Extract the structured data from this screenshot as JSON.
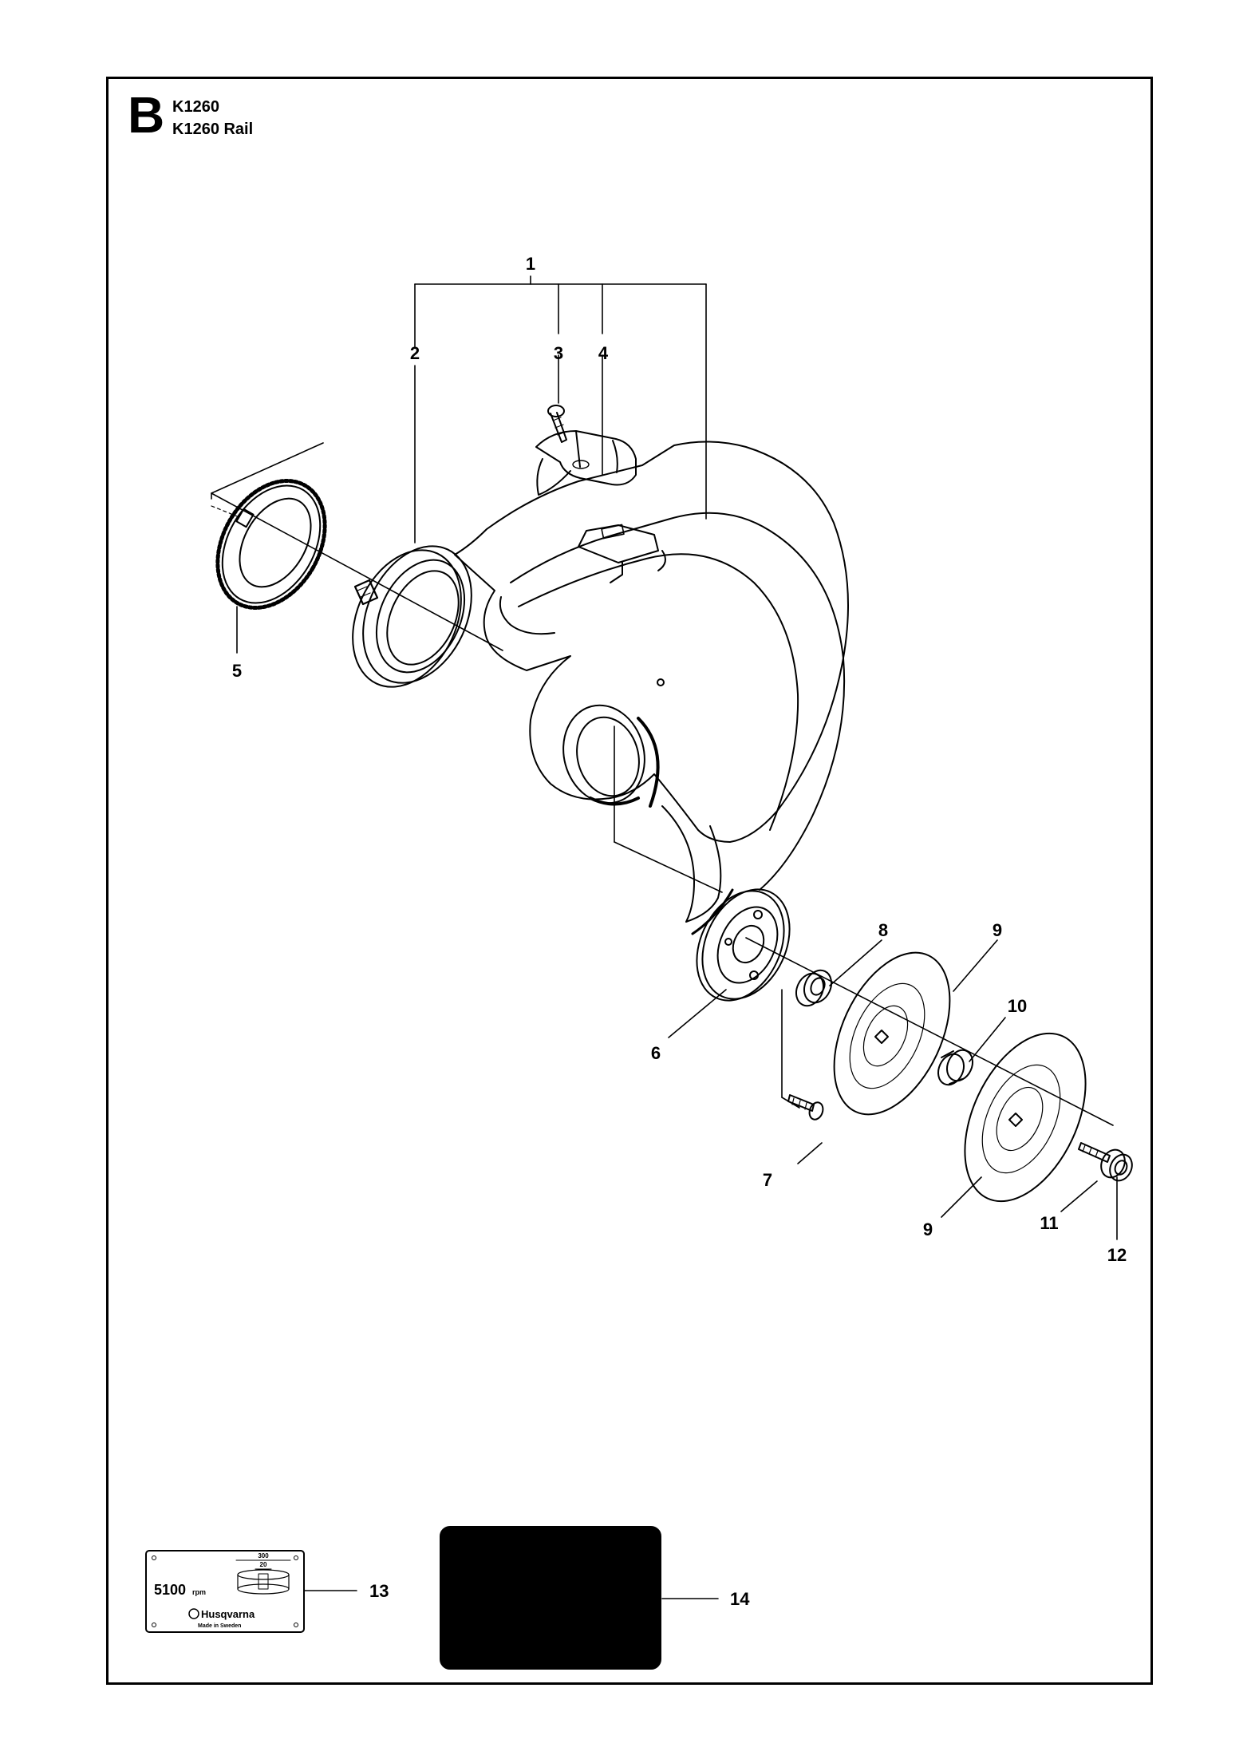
{
  "header": {
    "section_letter": "B",
    "models": [
      "K1260",
      "K1260 Rail"
    ]
  },
  "callouts": {
    "c1": "1",
    "c2": "2",
    "c3": "3",
    "c4": "4",
    "c5": "5",
    "c6": "6",
    "c7": "7",
    "c8": "8",
    "c9a": "9",
    "c9b": "9",
    "c10": "10",
    "c11": "11",
    "c12": "12",
    "c13": "13",
    "c14": "14"
  },
  "decal_13": {
    "rpm_value": "5100",
    "rpm_unit": "rpm",
    "diameter_outer": "300",
    "diameter_inner": "20",
    "brand": "Husqvarna",
    "origin": "Made in Sweden"
  },
  "colors": {
    "line": "#000000",
    "background": "#ffffff",
    "decal_14_fill": "#000000"
  }
}
